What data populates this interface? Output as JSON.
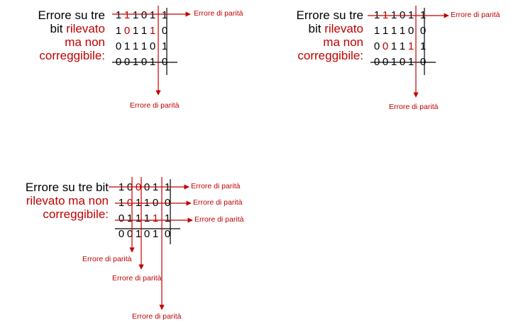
{
  "colors": {
    "text": "#000000",
    "highlight": "#c00000",
    "line": "#000000",
    "arrow": "#c00000"
  },
  "panels": [
    {
      "caption": [
        {
          "text": "Errore su tre",
          "color": "black"
        },
        {
          "parts": [
            {
              "text": "bit ",
              "color": "black"
            },
            {
              "text": "rilevato",
              "color": "red"
            }
          ]
        },
        {
          "text": "ma non",
          "color": "red"
        },
        {
          "text": "correggibile:",
          "color": "red"
        }
      ],
      "rows": [
        [
          "1",
          "1",
          "1",
          "0",
          "1",
          "1"
        ],
        [
          "1",
          "0",
          "1",
          "1",
          "1",
          "0"
        ],
        [
          "0",
          "1",
          "1",
          "1",
          "0",
          "1"
        ],
        [
          "0",
          "0",
          "1",
          "0",
          "1",
          "0"
        ]
      ],
      "red_cells": [
        [
          0,
          1
        ],
        [
          1,
          1
        ],
        [
          1,
          4
        ]
      ],
      "arrow_label": "Errore di parità"
    },
    {
      "caption": [
        {
          "text": "Errore su tre",
          "color": "black"
        },
        {
          "parts": [
            {
              "text": "bit ",
              "color": "black"
            },
            {
              "text": "rilevato",
              "color": "red"
            }
          ]
        },
        {
          "text": "ma non",
          "color": "red"
        },
        {
          "text": "correggibile:",
          "color": "red"
        }
      ],
      "rows": [
        [
          "1",
          "1",
          "1",
          "0",
          "1",
          "1"
        ],
        [
          "1",
          "1",
          "1",
          "1",
          "0",
          "0"
        ],
        [
          "0",
          "0",
          "1",
          "1",
          "1",
          "1"
        ],
        [
          "0",
          "0",
          "1",
          "0",
          "1",
          "0"
        ]
      ],
      "red_cells": [
        [
          0,
          1
        ],
        [
          2,
          1
        ],
        [
          2,
          4
        ]
      ],
      "arrow_label": "Errore di parità"
    },
    {
      "caption": [
        {
          "text": "Errore su tre bit",
          "color": "black"
        },
        {
          "text": "rilevato ma non",
          "color": "red"
        },
        {
          "text": "correggibile:",
          "color": "red"
        }
      ],
      "rows": [
        [
          "1",
          "0",
          "0",
          "0",
          "1",
          "1"
        ],
        [
          "1",
          "0",
          "1",
          "1",
          "0",
          "0"
        ],
        [
          "0",
          "1",
          "1",
          "1",
          "1",
          "1"
        ],
        [
          "0",
          "0",
          "1",
          "0",
          "1",
          "0"
        ]
      ],
      "red_cells": [
        [
          0,
          2
        ],
        [
          1,
          1
        ],
        [
          2,
          4
        ]
      ],
      "arrow_label": "Errore di parità"
    }
  ]
}
